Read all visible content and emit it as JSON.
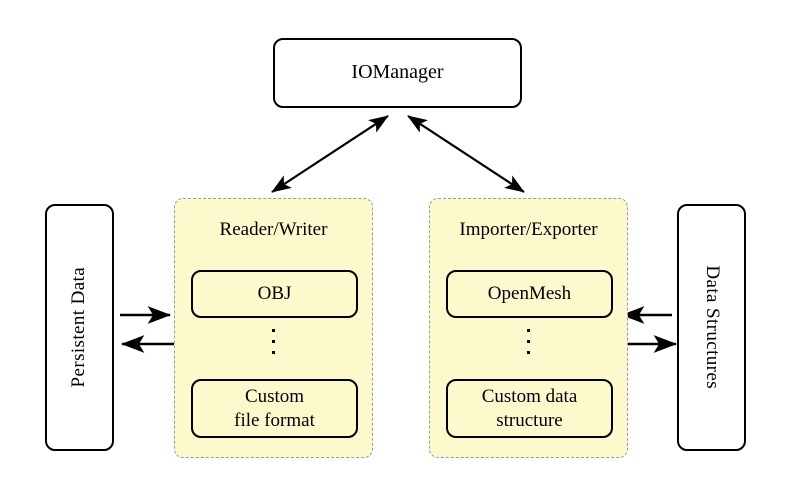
{
  "diagram": {
    "title_node": {
      "label": "IOManager"
    },
    "left_endpoint": {
      "label": "Persistent Data"
    },
    "right_endpoint": {
      "label": "Data Structures"
    },
    "groups": [
      {
        "title": "Reader/Writer",
        "items": [
          {
            "label": "OBJ"
          },
          {
            "label": "Custom\nfile format"
          }
        ],
        "ellipsis": "vertical-dots"
      },
      {
        "title": "Importer/Exporter",
        "items": [
          {
            "label": "OpenMesh"
          },
          {
            "label": "Custom data\nstructure"
          }
        ],
        "ellipsis": "vertical-dots"
      }
    ],
    "connections": [
      {
        "from": "IOManager",
        "to": "Reader/Writer",
        "style": "double-headed-diagonal"
      },
      {
        "from": "IOManager",
        "to": "Importer/Exporter",
        "style": "double-headed-diagonal"
      },
      {
        "from": "Persistent Data",
        "to": "Reader/Writer",
        "style": "single-headed-right"
      },
      {
        "from": "Reader/Writer",
        "to": "Persistent Data",
        "style": "single-headed-left"
      },
      {
        "from": "Data Structures",
        "to": "Importer/Exporter",
        "style": "single-headed-left"
      },
      {
        "from": "Importer/Exporter",
        "to": "Data Structures",
        "style": "single-headed-right"
      }
    ],
    "colors": {
      "group_fill": "#fcfacd",
      "group_border": "#9a9a9a",
      "node_border": "#000000",
      "node_fill": "#ffffff",
      "arrow": "#000000",
      "background": "#ffffff"
    }
  }
}
